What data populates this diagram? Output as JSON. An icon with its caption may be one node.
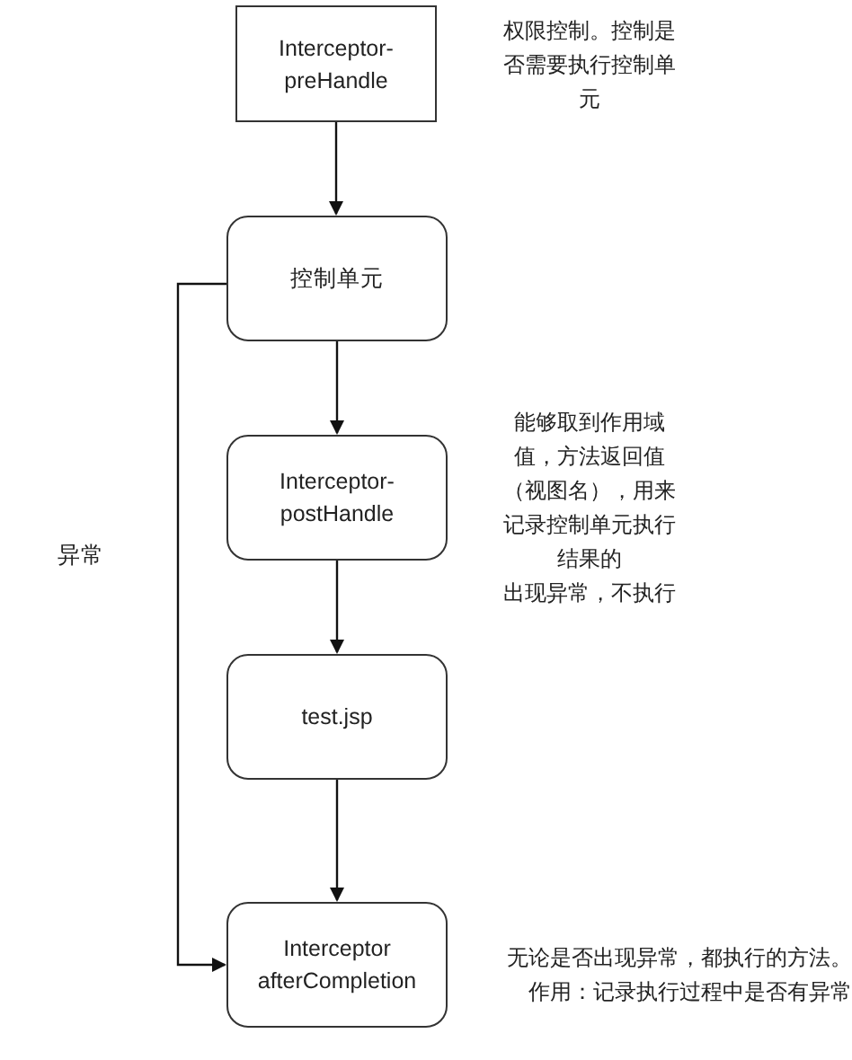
{
  "diagram": {
    "nodes": [
      {
        "text": [
          "Interceptor-preHandle"
        ],
        "beside": [
          "权限控制。控制是否需要执行控制单元"
        ]
      },
      {
        "text": [
          "控制单元"
        ]
      },
      {
        "text": [
          "Interceptor-postHandle"
        ],
        "beside": [
          "能够取到作用域值，方法返回值（视图名），用来记录控制单元执行结果的",
          "出现异常，不执行"
        ]
      },
      {
        "text": [
          "test.jsp"
        ]
      },
      {
        "text": [
          "Interceptor afterCompletion"
        ],
        "beside": [
          "无论是否出现异常，都执行的方法。",
          "作用：记录执行过程中是否有异常"
        ]
      }
    ],
    "edges": [
      {
        "from": 0,
        "to": 1,
        "arrow": "to"
      },
      {
        "from": 1,
        "to": 2,
        "arrow": "to"
      },
      {
        "from": 2,
        "to": 3,
        "arrow": "to"
      },
      {
        "from": 3,
        "to": 4,
        "arrow": "to"
      },
      {
        "from": 1,
        "to": 4,
        "arrow": "to",
        "label": "异常"
      }
    ]
  }
}
